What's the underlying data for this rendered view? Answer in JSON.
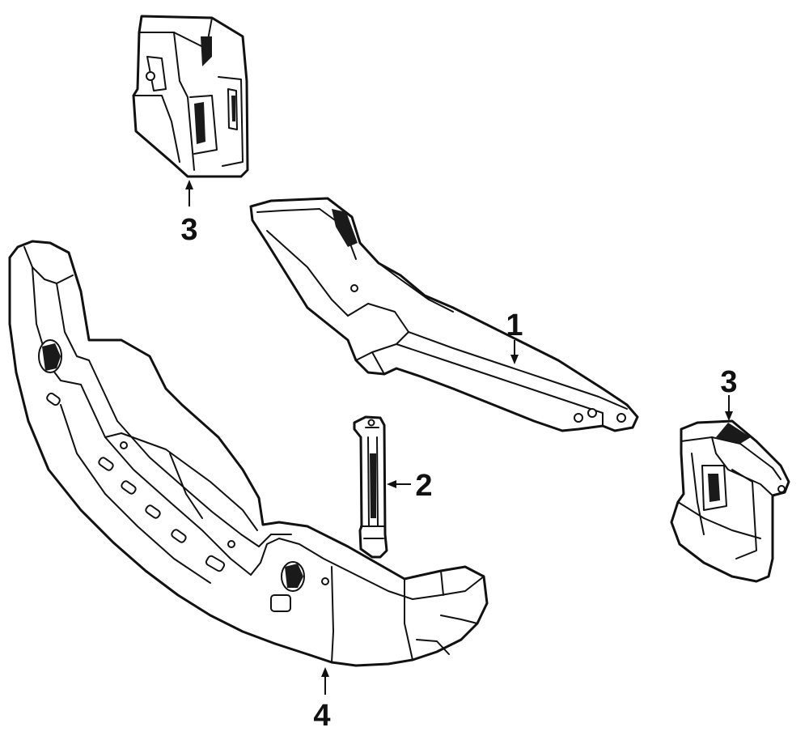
{
  "callouts": {
    "part_1": "1",
    "part_2": "2",
    "part_3_upper": "3",
    "part_3_right": "3",
    "part_4": "4"
  },
  "colors": {
    "line": "#111111",
    "background": "#ffffff"
  }
}
